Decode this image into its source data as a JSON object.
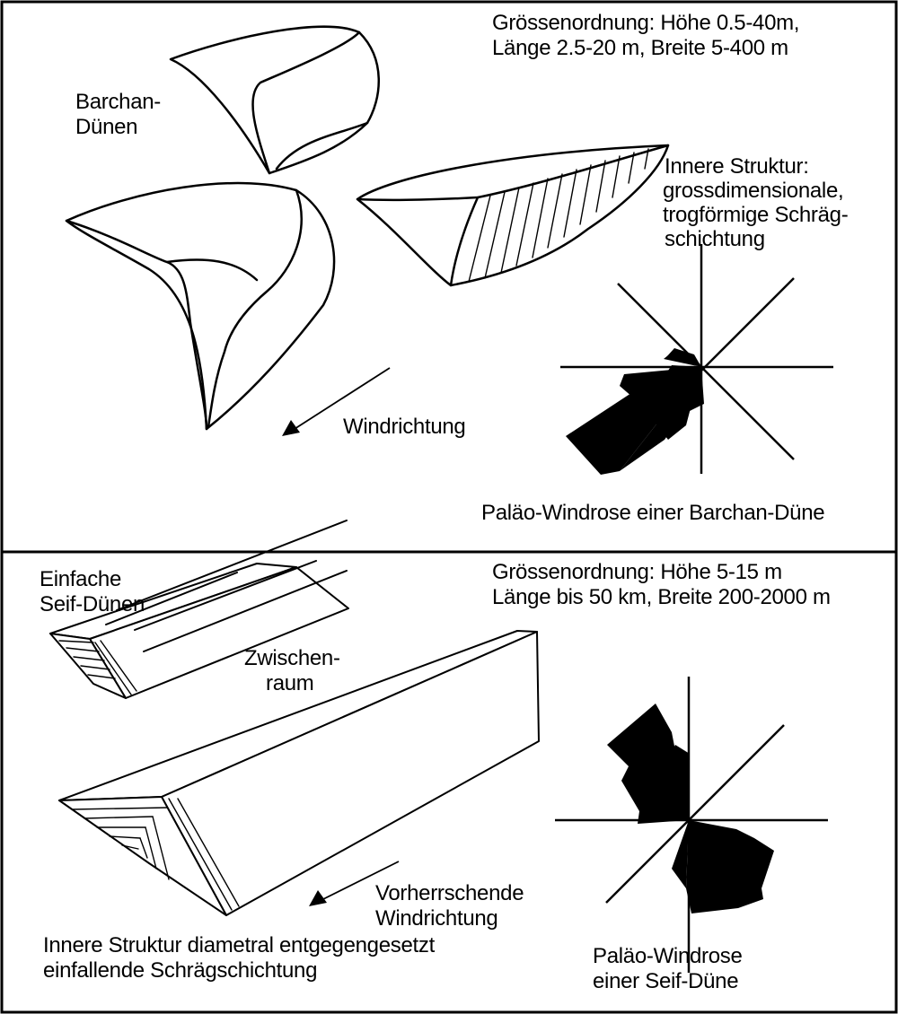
{
  "top_panel": {
    "size_line1": "Grössenordnung: Höhe 0.5-40m,",
    "size_line2": "Länge 2.5-20 m, Breite 5-400 m",
    "barchan_line1": "Barchan-",
    "barchan_line2": "Dünen",
    "structure_line1": "Innere Struktur:",
    "structure_line2": "grossdimensionale,",
    "structure_line3": "trogförmige Schräg-",
    "structure_line4": "schichtung",
    "wind_label": "Windrichtung",
    "windrose_caption": "Paläo-Windrose einer Barchan-Düne"
  },
  "bottom_panel": {
    "seif_line1": "Einfache",
    "seif_line2": "Seif-Dünen",
    "size_line1": "Grössenordnung: Höhe 5-15 m",
    "size_line2": "Länge bis 50 km, Breite 200-2000 m",
    "gap_line1": "Zwischen-",
    "gap_line2": "raum",
    "wind_line1": "Vorherrschende",
    "wind_line2": "Windrichtung",
    "structure_line1": "Innere Struktur diametral entgegengesetzt",
    "structure_line2": "einfallende Schrägschichtung",
    "windrose_line1": "Paläo-Windrose",
    "windrose_line2": "einer Seif-Düne"
  }
}
